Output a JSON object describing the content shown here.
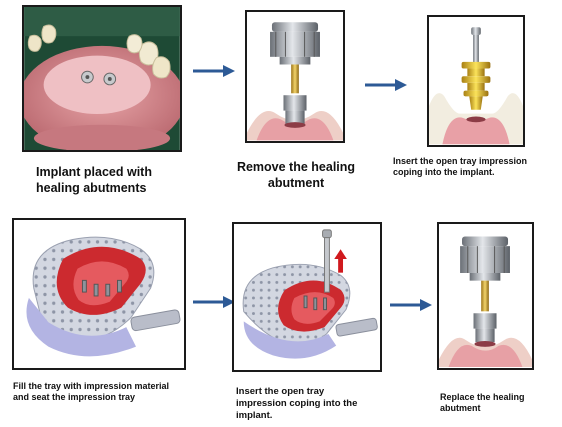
{
  "colors": {
    "arrow": "#2d5a96",
    "gingiva": "#e8a5ad",
    "metal": "#9aa0a6",
    "gold": "#d4a82a",
    "tray": "#cfd3de",
    "material": "#cc2a2f"
  },
  "steps": [
    {
      "caption_line1": "Implant placed with",
      "caption_line2": "healing abutments"
    },
    {
      "caption_line1": "Remove the healing",
      "caption_line2": "abutment"
    },
    {
      "caption_line1": "Insert the open tray impression",
      "caption_line2": "coping into the implant."
    },
    {
      "caption_line1": "Fill the tray with impression material",
      "caption_line2": "and seat the impression tray"
    },
    {
      "caption_line1": "Insert the open tray",
      "caption_line2": "impression coping into the",
      "caption_line3": "implant."
    },
    {
      "caption_line1": "Replace the healing",
      "caption_line2": "abutment"
    }
  ]
}
